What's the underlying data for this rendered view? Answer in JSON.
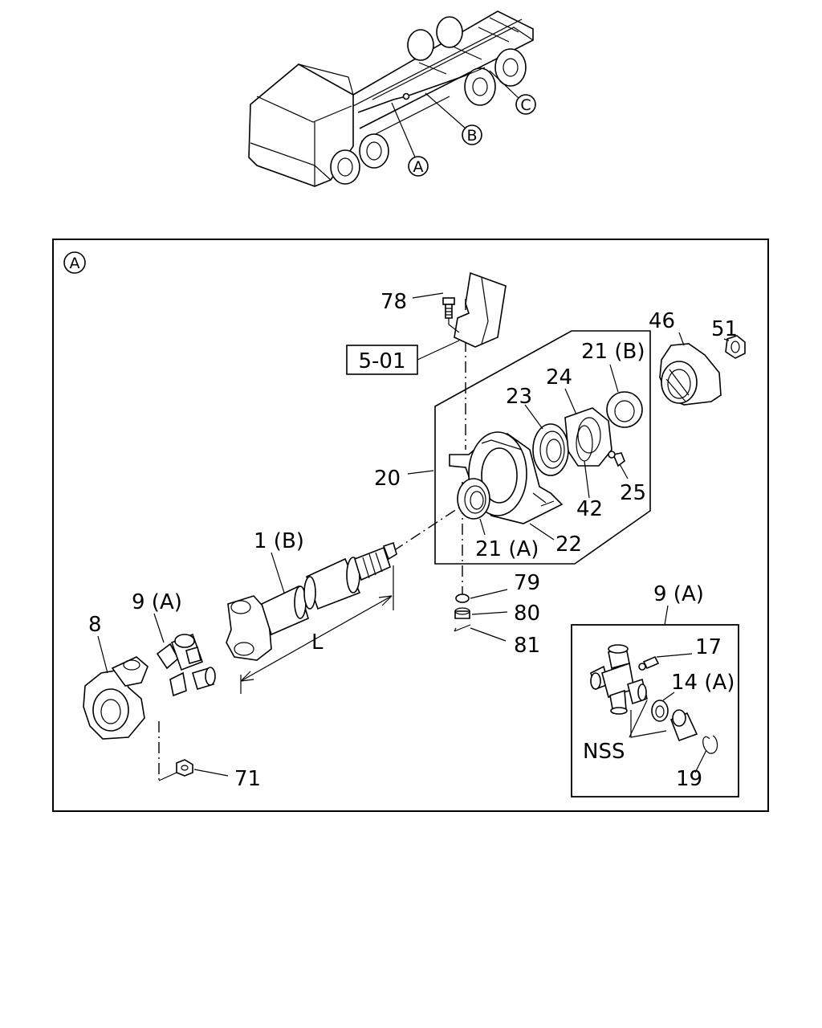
{
  "truck_callouts": [
    "A",
    "B",
    "C"
  ],
  "detail_section": {
    "marker": "A"
  },
  "ref_box": {
    "label": "5-01"
  },
  "parts": {
    "p78": "78",
    "p46": "46",
    "p51": "51",
    "p21b": "21 (B)",
    "p24": "24",
    "p23": "23",
    "p20": "20",
    "p25": "25",
    "p42": "42",
    "p21a": "21 (A)",
    "p22": "22",
    "p1b": "1 (B)",
    "p79": "79",
    "p80": "80",
    "p81": "81",
    "p9a": "9 (A)",
    "p8": "8",
    "p71": "71",
    "pL": "L"
  },
  "inset": {
    "title": "9 (A)",
    "p17": "17",
    "p14a": "14 (A)",
    "nss": "NSS",
    "p19": "19"
  }
}
